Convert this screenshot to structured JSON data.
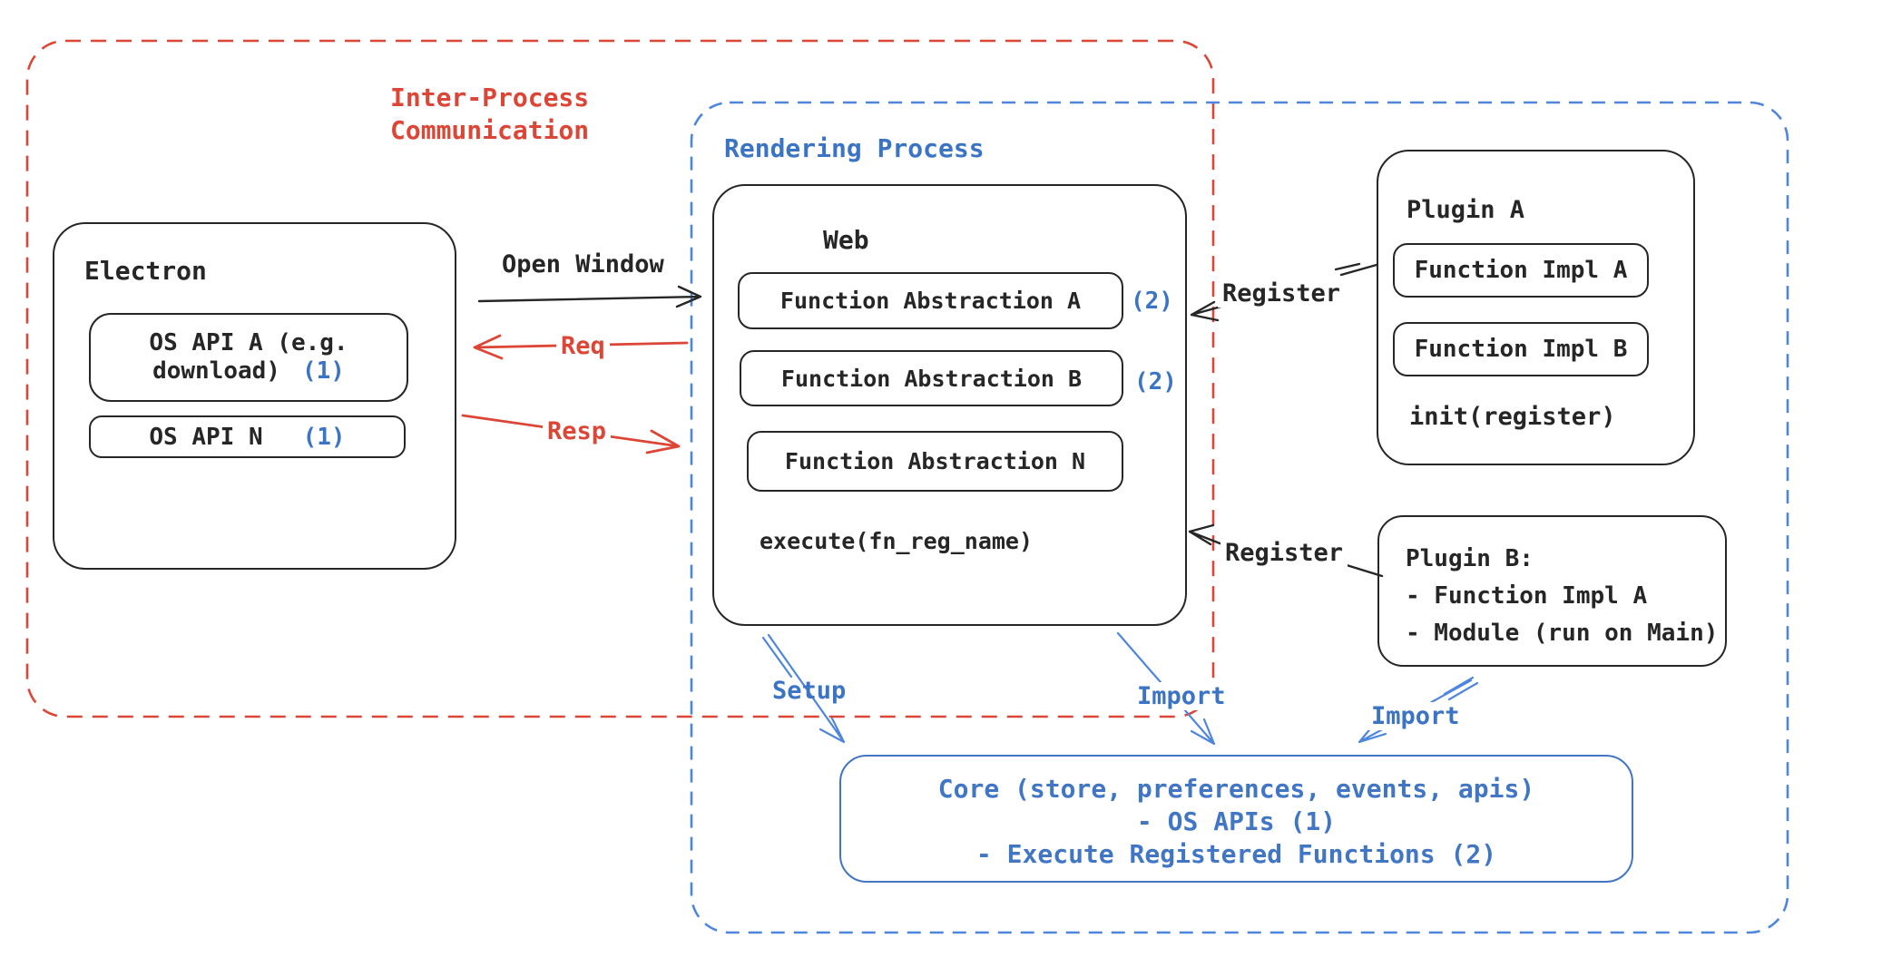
{
  "colors": {
    "red": "#dc4636",
    "blue": "#3b74c4",
    "blue_dash": "#4f86dd",
    "core_blue": "#4176c4",
    "ink": "#262626"
  },
  "ipc": {
    "line1": "Inter-Process",
    "line2": "Communication"
  },
  "rendering_process": {
    "label": "Rendering Process"
  },
  "electron": {
    "title": "Electron",
    "api_a_line1": "OS API A (e.g.",
    "api_a_line2": "download)",
    "api_a_ref": "(1)",
    "api_n": "OS API N",
    "api_n_ref": "(1)"
  },
  "ipc_arrows": {
    "open_window": "Open Window",
    "req": "Req",
    "resp": "Resp"
  },
  "web": {
    "title": "Web",
    "fa_a": "Function Abstraction A",
    "fa_a_ref": "(2)",
    "fa_b": "Function Abstraction B",
    "fa_b_ref": "(2)",
    "fa_n": "Function Abstraction N",
    "execute": "execute(fn_reg_name)"
  },
  "plugin_a": {
    "title": "Plugin A",
    "impl_a": "Function Impl A",
    "impl_b": "Function Impl B",
    "init": "init(register)"
  },
  "plugin_b": {
    "title": "Plugin B:",
    "item_1": "- Function Impl A",
    "item_2": "- Module (run on Main)"
  },
  "labels": {
    "register_top": "Register",
    "register_bottom": "Register",
    "setup": "Setup",
    "import_center": "Import",
    "import_right": "Import"
  },
  "core": {
    "line1": "Core (store, preferences, events, apis)",
    "line2": "- OS APIs (1)",
    "line3": "- Execute Registered Functions (2)"
  }
}
